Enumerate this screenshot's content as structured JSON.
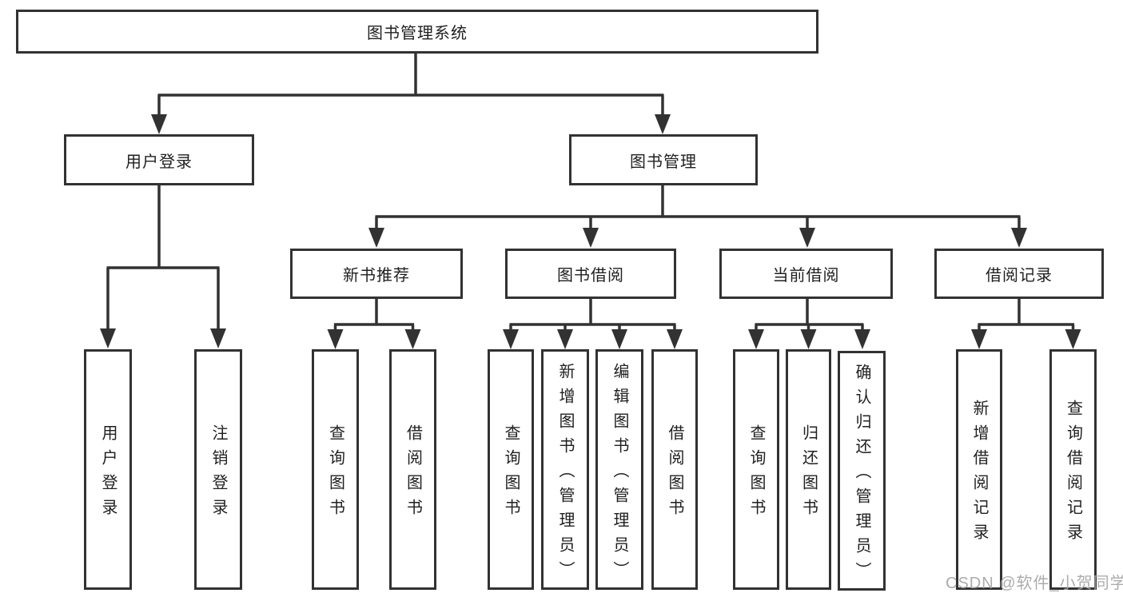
{
  "diagram": {
    "root": {
      "label": "图书管理系统"
    },
    "level2": [
      {
        "label": "用户登录"
      },
      {
        "label": "图书管理"
      }
    ],
    "level3": [
      {
        "label": "新书推荐"
      },
      {
        "label": "图书借阅"
      },
      {
        "label": "当前借阅"
      },
      {
        "label": "借阅记录"
      }
    ],
    "leaves": {
      "user_login": [
        {
          "label": "用户登录"
        },
        {
          "label": "注销登录"
        }
      ],
      "new_book": [
        {
          "label": "查询图书"
        },
        {
          "label": "借阅图书"
        }
      ],
      "book_borrow": [
        {
          "label": "查询图书"
        },
        {
          "label": "新增图书（管理员）"
        },
        {
          "label": "编辑图书（管理员）"
        },
        {
          "label": "借阅图书"
        }
      ],
      "current_borrow": [
        {
          "label": "查询图书"
        },
        {
          "label": "归还图书"
        },
        {
          "label": "确认归还（管理员）"
        }
      ],
      "borrow_records": [
        {
          "label": "新增借阅记录"
        },
        {
          "label": "查询借阅记录"
        }
      ]
    }
  },
  "watermark": {
    "text": "CSDN @软件_小贺同学"
  },
  "colors": {
    "line": "#323232",
    "text": "#1f1f1f",
    "watermark": "#a8a8a8",
    "background": "#ffffff"
  }
}
